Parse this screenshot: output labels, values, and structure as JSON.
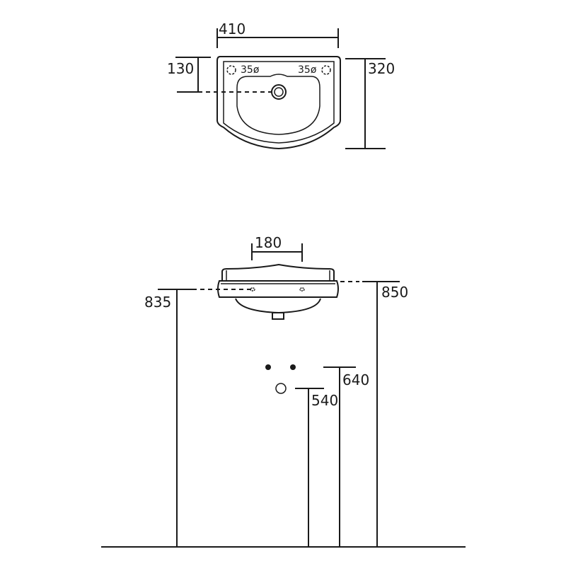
{
  "top_view": {
    "width_label": "410",
    "tap_hole_offset_label": "130",
    "depth_label": "320",
    "tap_hole_left_label": "35ø",
    "tap_hole_right_label": "35ø"
  },
  "front_view": {
    "tap_spacing_label": "180",
    "rim_height_left_label": "835",
    "rim_height_right_label": "850",
    "supply_height_label": "640",
    "waste_height_label": "540"
  },
  "colors": {
    "line": "#1a1a1a",
    "background": "#ffffff"
  }
}
